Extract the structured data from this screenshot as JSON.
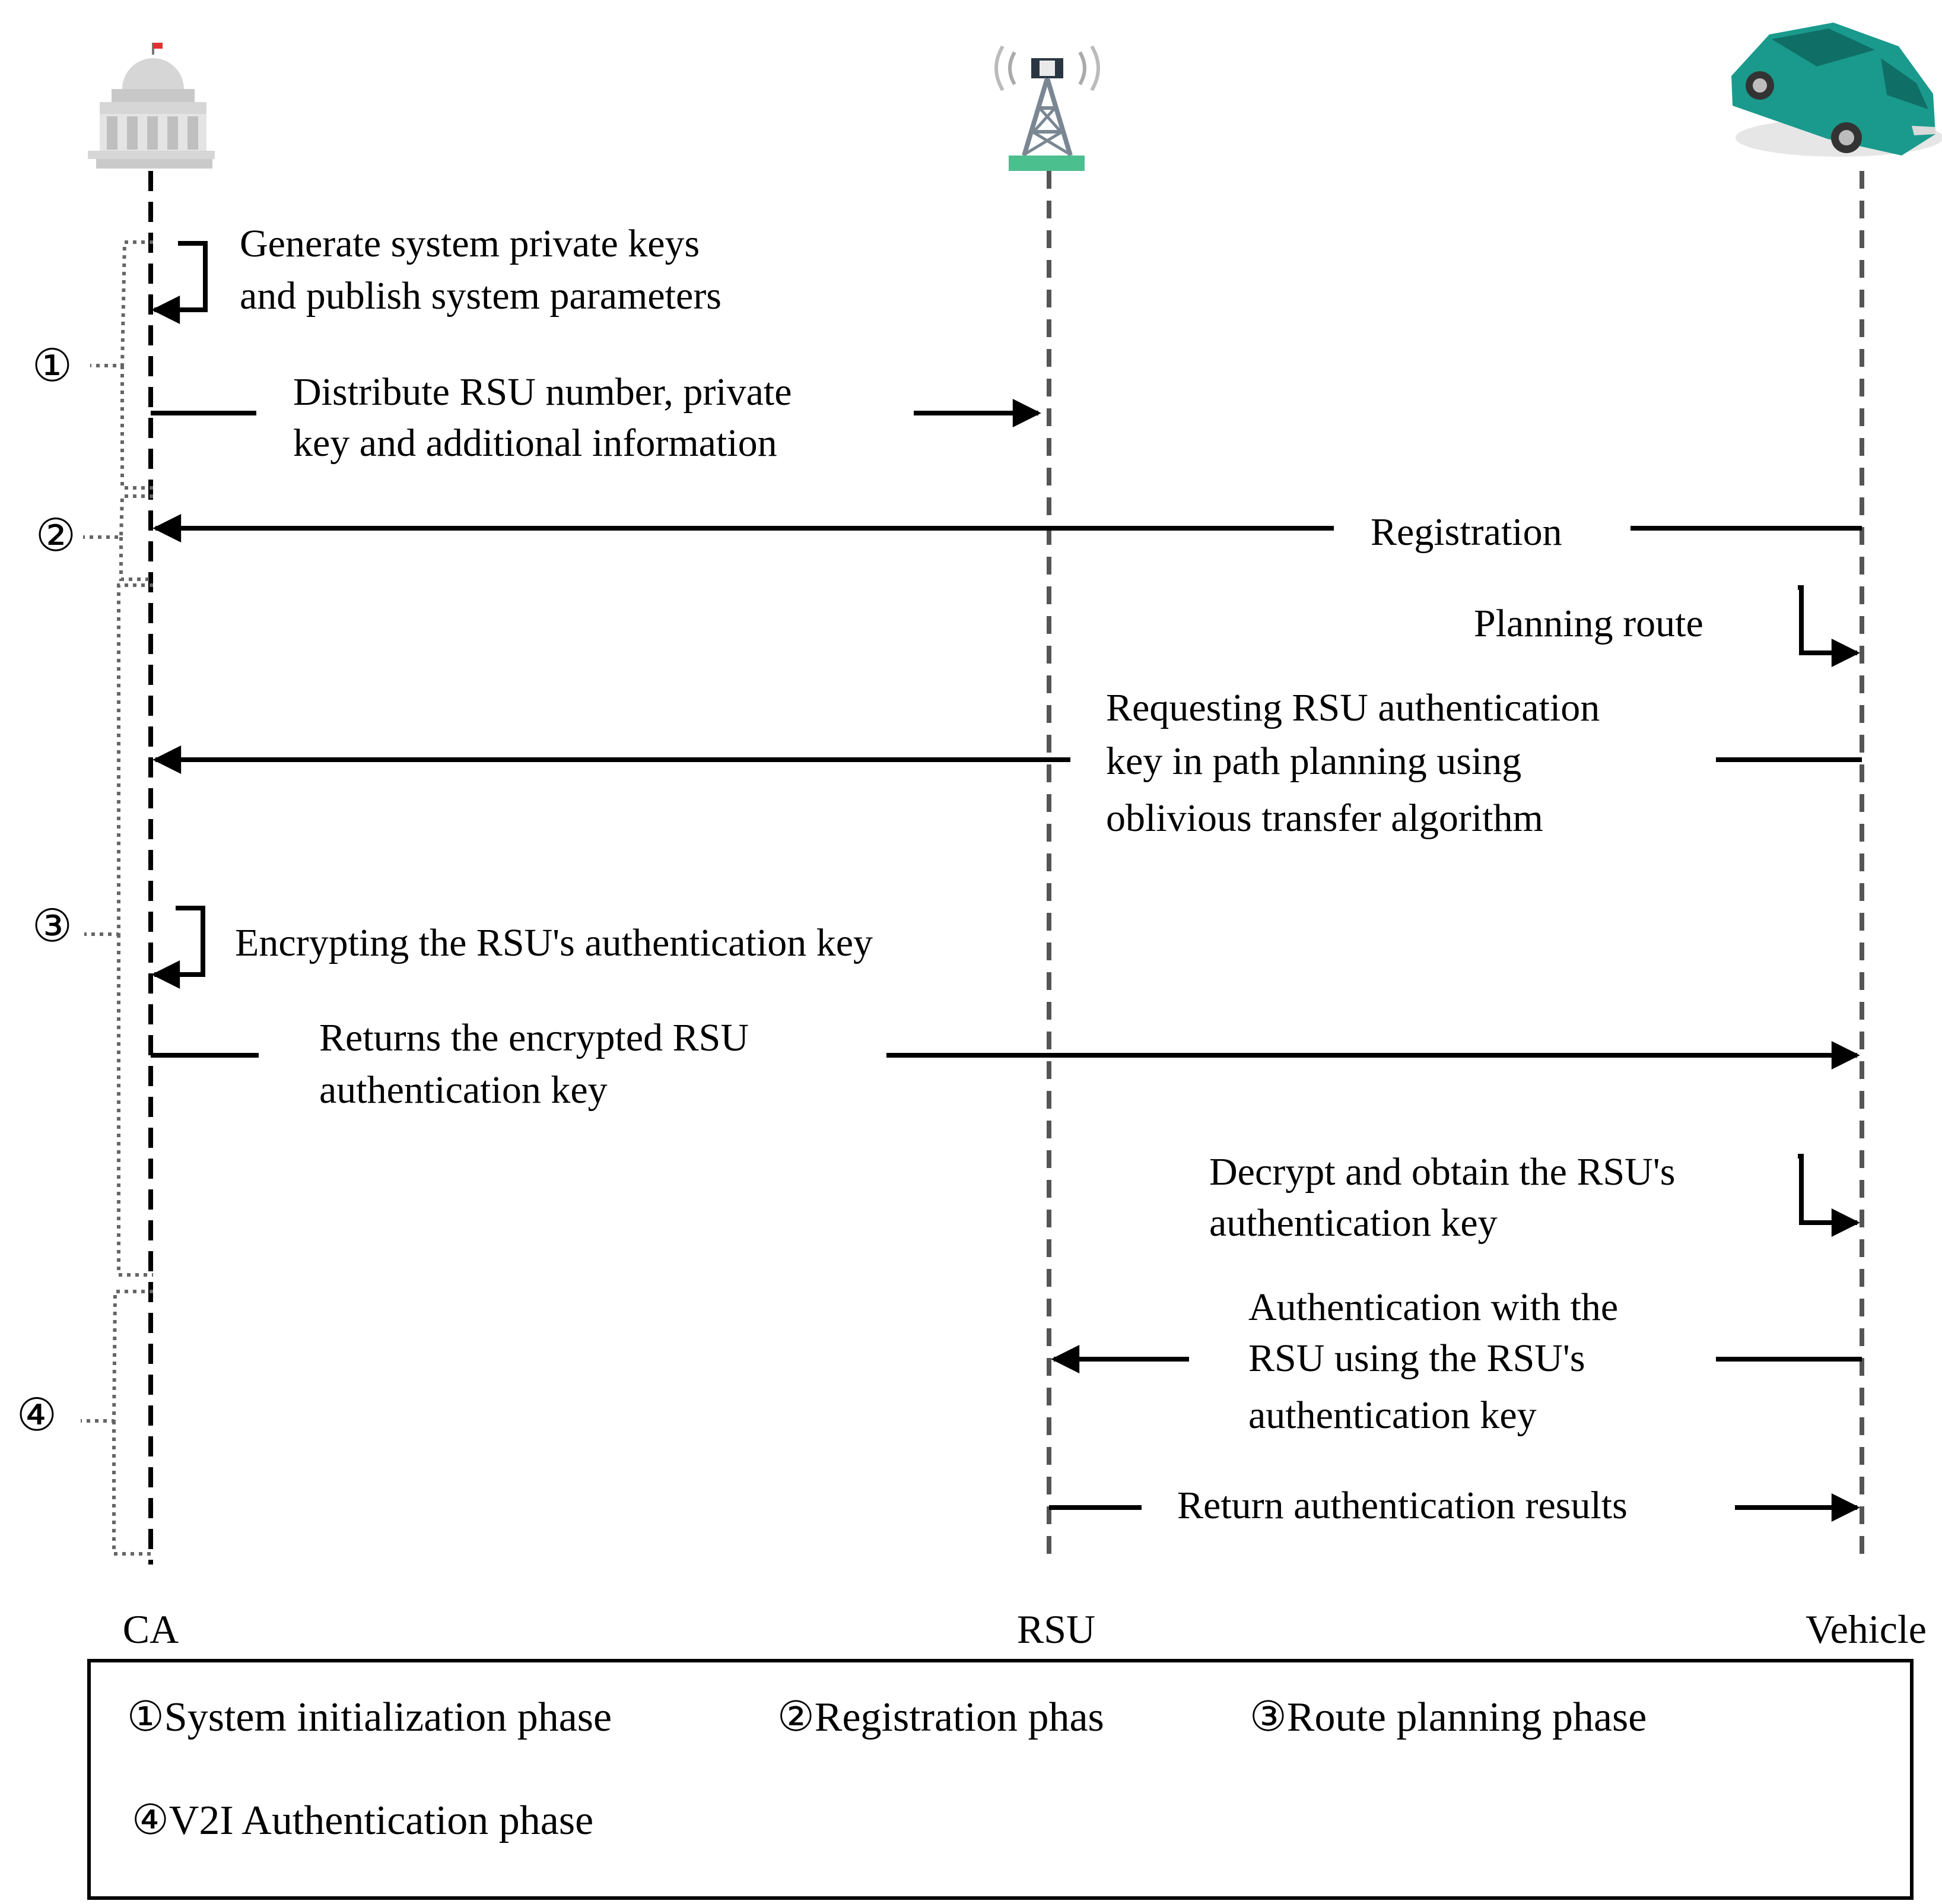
{
  "actors": {
    "ca": {
      "label": "CA",
      "icon": "government-building-icon"
    },
    "rsu": {
      "label": "RSU",
      "icon": "radio-tower-icon"
    },
    "vehicle": {
      "label": "Vehicle",
      "icon": "car-icon"
    }
  },
  "messages": {
    "m1": {
      "lines": [
        "Generate system private keys",
        "and publish system parameters"
      ]
    },
    "m2": {
      "lines": [
        "Distribute RSU number, private",
        "key and additional information"
      ]
    },
    "m3": {
      "lines": [
        "Registration"
      ]
    },
    "m4": {
      "lines": [
        "Planning route"
      ]
    },
    "m5": {
      "lines": [
        "Requesting RSU authentication",
        "key in path planning using",
        "oblivious transfer algorithm"
      ]
    },
    "m6": {
      "lines": [
        "Encrypting the RSU's authentication key"
      ]
    },
    "m7": {
      "lines": [
        "Returns the encrypted RSU",
        "authentication key"
      ]
    },
    "m8": {
      "lines": [
        "Decrypt and obtain the RSU's",
        "authentication key"
      ]
    },
    "m9": {
      "lines": [
        "Authentication with the",
        "RSU using the RSU's",
        "authentication key"
      ]
    },
    "m10": {
      "lines": [
        "Return authentication results"
      ]
    }
  },
  "phase_markers": [
    "①",
    "②",
    "③",
    "④"
  ],
  "legend": {
    "items": [
      {
        "marker": "①",
        "label": "System initialization phase"
      },
      {
        "marker": "②",
        "label": "Registration phas"
      },
      {
        "marker": "③",
        "label": "Route planning phase"
      },
      {
        "marker": "④",
        "label": "V2I Authentication phase"
      }
    ]
  },
  "colors": {
    "ca_line": "#000000",
    "lifeline": "#555555",
    "bracket": "#666666",
    "car_body": "#1a9a8c",
    "tower_base": "#4cbf8e",
    "building": "#d6d6d6"
  }
}
